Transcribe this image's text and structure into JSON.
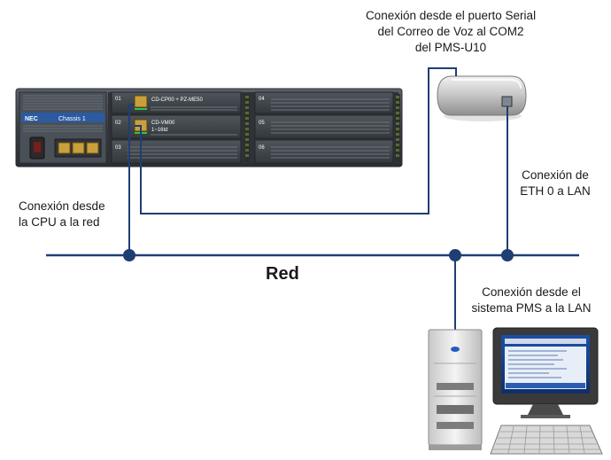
{
  "labels": {
    "serial_connection": [
      "Conexión desde el puerto Serial",
      "del Correo de Voz al COM2",
      "del PMS-U10"
    ],
    "eth_connection": [
      "Conexión de",
      "ETH 0 a LAN"
    ],
    "cpu_connection": [
      "Conexión desde",
      "la CPU a la red"
    ],
    "pms_connection": [
      "Conexión desde el",
      "sistema PMS a la LAN"
    ],
    "network": "Red"
  },
  "chassis": {
    "brand": "NEC",
    "name": "Chassis 1",
    "slots": [
      {
        "num": "01",
        "card": "CD-CP00 + PZ-ME50"
      },
      {
        "num": "02",
        "card": "CD-VM00",
        "sub": "1~16td"
      },
      {
        "num": "03",
        "card": ""
      },
      {
        "num": "04",
        "card": ""
      },
      {
        "num": "05",
        "card": ""
      },
      {
        "num": "06",
        "card": ""
      }
    ]
  },
  "colors": {
    "network_line": "#1f3e73",
    "node": "#1f3e73",
    "chassis_body": "#3b4046",
    "slot_text": "#ffffff",
    "nec_bar": "#2c5aa0",
    "port_green": "#35c24a"
  }
}
